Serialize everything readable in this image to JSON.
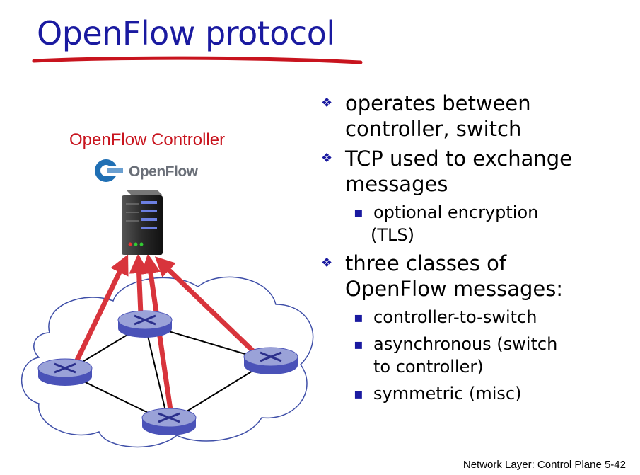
{
  "slide": {
    "title": "OpenFlow protocol",
    "controller_label": "OpenFlow Controller",
    "logo_text": "OpenFlow",
    "footer": "Network Layer: Control Plane  5-42"
  },
  "bullets": [
    {
      "text": "operates between controller, switch",
      "lines": [
        "operates between",
        "controller, switch"
      ],
      "sub": []
    },
    {
      "text": "TCP used to exchange messages",
      "lines": [
        "TCP used to exchange",
        "messages"
      ],
      "sub": [
        {
          "lines": [
            "optional encryption",
            "(TLS)"
          ]
        }
      ]
    },
    {
      "text": "three classes of OpenFlow messages:",
      "lines": [
        "three classes of",
        "OpenFlow messages:"
      ],
      "sub": [
        {
          "lines": [
            "controller-to-switch"
          ]
        },
        {
          "lines": [
            "asynchronous (switch",
            "to controller)"
          ]
        },
        {
          "lines": [
            "symmetric (misc)"
          ]
        }
      ]
    }
  ],
  "colors": {
    "title": "#1a1aa0",
    "underline": "#c8141e",
    "controller_label": "#c8141e",
    "arrows": "#d8343c",
    "router_body": "#4a52b8",
    "router_top": "#9aa2d8",
    "cloud_edge": "#3f4fa8"
  },
  "icons": [
    "openflow-logo-icon",
    "server-icon",
    "router-icon",
    "cloud-icon",
    "bullet-diamond-icon",
    "bullet-square-icon"
  ]
}
